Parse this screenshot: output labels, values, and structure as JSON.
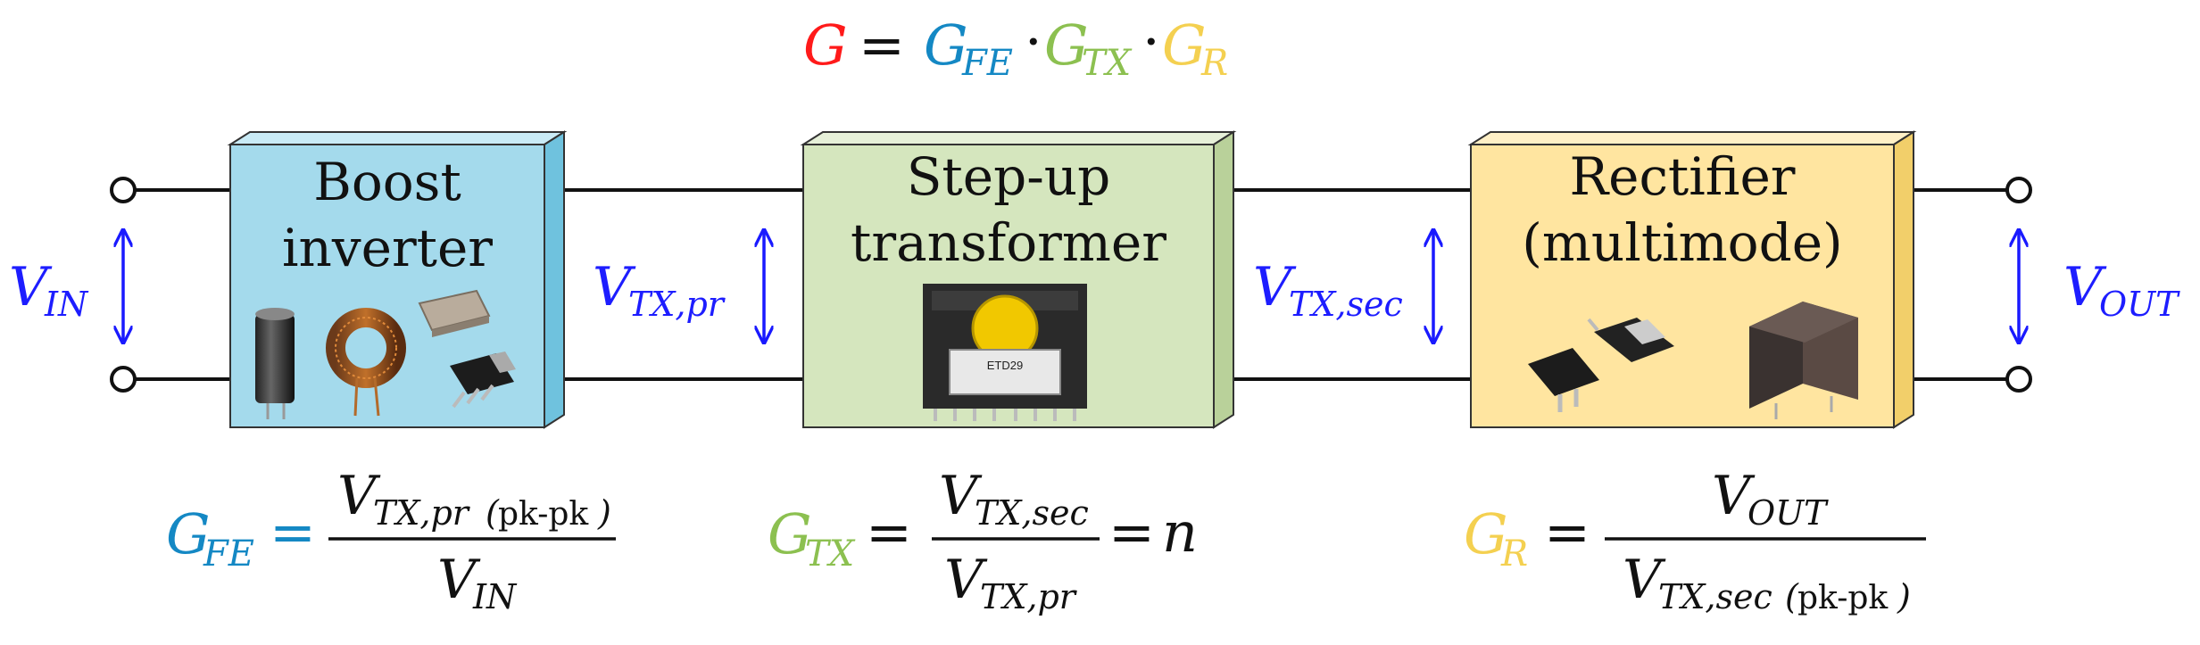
{
  "colors": {
    "wire": "#111111",
    "arrow": "#1a1aff",
    "symbol_blue": "#1d1dff",
    "gain_total": "#ff1a1a",
    "gain_fe": "#1488c4",
    "gain_tx": "#8cc050",
    "gain_r": "#f4d050",
    "boost_fill": "#a4daec",
    "transformer_fill": "#d5e6be",
    "rectifier_fill": "#ffe5a0"
  },
  "top_equation": {
    "G": "G",
    "eq": "=",
    "fe_main": "G",
    "fe_sub": "FE",
    "dot1": "·",
    "tx_main": "G",
    "tx_sub": "TX",
    "dot2": "·",
    "r_main": "G",
    "r_sub": "R"
  },
  "blocks": {
    "boost": {
      "line1": "Boost",
      "line2": "inverter",
      "components": [
        "electrolytic-capacitor",
        "toroidal-inductor",
        "smd-capacitor",
        "power-mosfet"
      ]
    },
    "transformer": {
      "line1": "Step-up",
      "line2": "transformer",
      "components": [
        "etd29-transformer"
      ],
      "core_label": "ETD29"
    },
    "rectifier": {
      "line1": "Rectifier",
      "line2": "(multimode)",
      "components": [
        "dpak-diode",
        "d2pak-diode",
        "film-capacitor"
      ]
    }
  },
  "voltages": {
    "vin": {
      "main": "V",
      "sub": "IN"
    },
    "vtx_pr": {
      "main": "V",
      "sub": "TX,pr"
    },
    "vtx_sec": {
      "main": "V",
      "sub": "TX,sec"
    },
    "vout": {
      "main": "V",
      "sub": "OUT"
    }
  },
  "gain_equations": {
    "fe": {
      "lhs_main": "G",
      "lhs_sub": "FE",
      "eq": "=",
      "num_main": "V",
      "num_sub": "TX,pr",
      "num_tail_open": "(",
      "num_tail": "pk-pk",
      "num_tail_close": ")",
      "den_main": "V",
      "den_sub": "IN"
    },
    "tx": {
      "lhs_main": "G",
      "lhs_sub": "TX",
      "eq": "=",
      "num_main": "V",
      "num_sub": "TX,sec",
      "den_main": "V",
      "den_sub": "TX,pr",
      "eq2": "=",
      "rhs": "n"
    },
    "r": {
      "lhs_main": "G",
      "lhs_sub": "R",
      "eq": "=",
      "num_main": "V",
      "num_sub": "OUT",
      "den_main": "V",
      "den_sub": "TX,sec",
      "den_tail_open": "(",
      "den_tail": "pk-pk",
      "den_tail_close": ")"
    }
  }
}
